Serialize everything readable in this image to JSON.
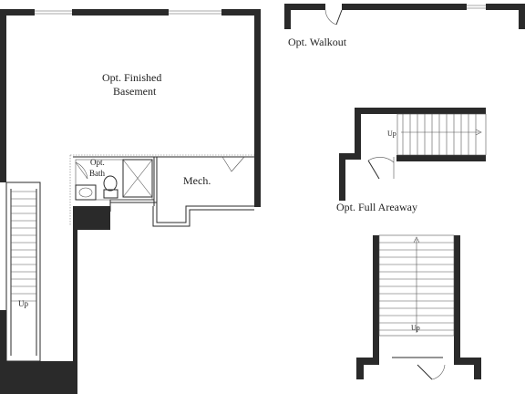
{
  "rooms": {
    "basement_line1": "Opt. Finished",
    "basement_line2": "Basement",
    "bath_line1": "Opt.",
    "bath_line2": "Bath",
    "mech": "Mech."
  },
  "options": {
    "walkout": "Opt. Walkout",
    "full_areaway": "Opt. Full Areaway"
  },
  "stairs": {
    "main_up": "Up",
    "upper_areaway_up": "Up",
    "lower_areaway_up": "Up"
  },
  "colors": {
    "wall": "#2a2a2a",
    "background": "#ffffff"
  }
}
